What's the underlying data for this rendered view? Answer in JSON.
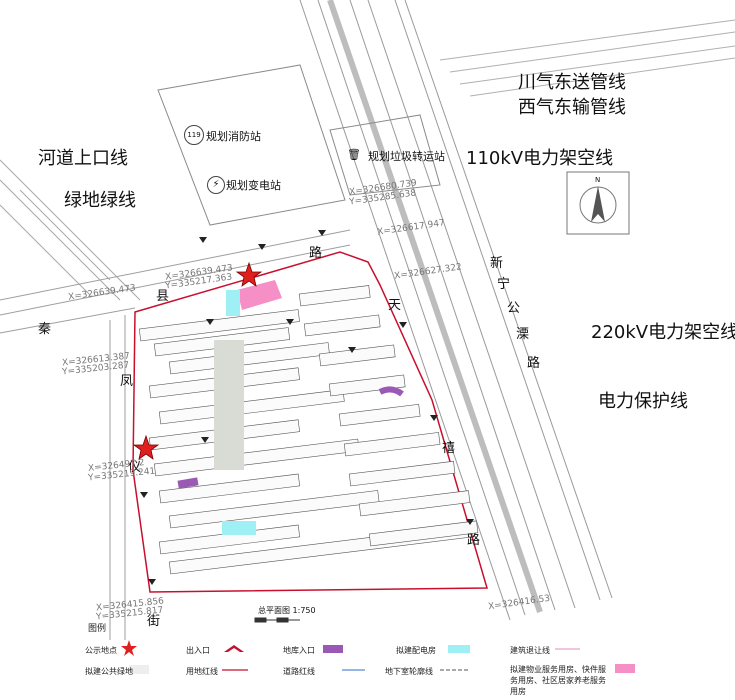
{
  "pipelines": {
    "line1": "川气东送管线",
    "line2": "西气东输管线",
    "line3": "110kV电力架空线",
    "line4": "220kV电力架空线",
    "line5": "电力保护线",
    "line6": "河道上口线",
    "line7": "绿地绿线"
  },
  "facilities": {
    "fire_station": "规划消防站",
    "fire_code": "119",
    "substation": "规划变电站",
    "waste_station": "规划垃圾转运站"
  },
  "roads": {
    "north_chars": [
      "县",
      "路"
    ],
    "west_chars": [
      "秦",
      "凤",
      "仪",
      "街"
    ],
    "east_chars": [
      "天",
      "禧",
      "路"
    ],
    "xinning": [
      "新",
      "宁",
      "公",
      "溧",
      "路"
    ]
  },
  "compass": {
    "north": "N"
  },
  "plan": {
    "title": "总平面图",
    "scale": "1:750"
  },
  "coords": [
    "X=326639.473",
    "Y=335217.363",
    "X=326680.739",
    "Y=335285.638",
    "X=326617.947",
    "X=326627.322",
    "X=326613.387",
    "Y=335203.287",
    "X=326497.2",
    "Y=335219.241",
    "X=326415.856",
    "Y=335215.817",
    "X=326416.53"
  ],
  "legend": {
    "title": "图例",
    "items": [
      {
        "label": "公示地点",
        "symbol": "star"
      },
      {
        "label": "出入口",
        "symbol": "chevron"
      },
      {
        "label": "地库入口",
        "symbol": "purple"
      },
      {
        "label": "拟建配电房",
        "symbol": "cyan"
      },
      {
        "label": "建筑退让线",
        "symbol": "pink-line"
      },
      {
        "label": "拟建公共绿地",
        "symbol": "grey"
      },
      {
        "label": "用地红线",
        "symbol": "red-line"
      },
      {
        "label": "道路红线",
        "symbol": "blue-line"
      },
      {
        "label": "地下室轮廓线",
        "symbol": "dash-line"
      },
      {
        "label": "拟建物业服务用房、快件服务用房、社区居家养老服务用房",
        "symbol": "pink"
      }
    ]
  },
  "colors": {
    "site_red": "#c8102e",
    "star": "#e01f1f",
    "cyan": "#9ff0f5",
    "purple": "#9b59b6",
    "pink": "#f58fc6",
    "green_area": "#d9dcd5"
  }
}
